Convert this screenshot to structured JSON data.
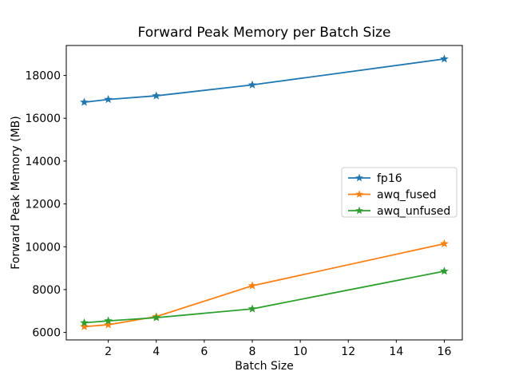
{
  "window": {
    "background_color": "#ffffff"
  },
  "chart_data": {
    "type": "line",
    "title": "Forward Peak Memory per Batch Size",
    "xlabel": "Batch Size",
    "ylabel": "Forward Peak Memory (MB)",
    "x": [
      1,
      2,
      4,
      8,
      16
    ],
    "series": [
      {
        "name": "fp16",
        "color": "#1f77b4",
        "values": [
          16750,
          16880,
          17050,
          17560,
          18770
        ]
      },
      {
        "name": "awq_fused",
        "color": "#ff7f0e",
        "values": [
          6270,
          6360,
          6740,
          8180,
          10140
        ]
      },
      {
        "name": "awq_unfused",
        "color": "#2ca02c",
        "values": [
          6450,
          6540,
          6690,
          7100,
          8860
        ]
      }
    ],
    "marker": "star",
    "line_width": 1.8,
    "xticks": [
      2,
      4,
      6,
      8,
      10,
      12,
      14,
      16
    ],
    "yticks": [
      6000,
      8000,
      10000,
      12000,
      14000,
      16000,
      18000
    ],
    "xlim": [
      0.25,
      16.75
    ],
    "ylim": [
      5650,
      19400
    ],
    "grid": false,
    "legend": {
      "position": "center-right",
      "border_color": "#cccccc",
      "background": "#ffffff"
    },
    "spine_color": "#000000",
    "tick_color": "#000000"
  }
}
